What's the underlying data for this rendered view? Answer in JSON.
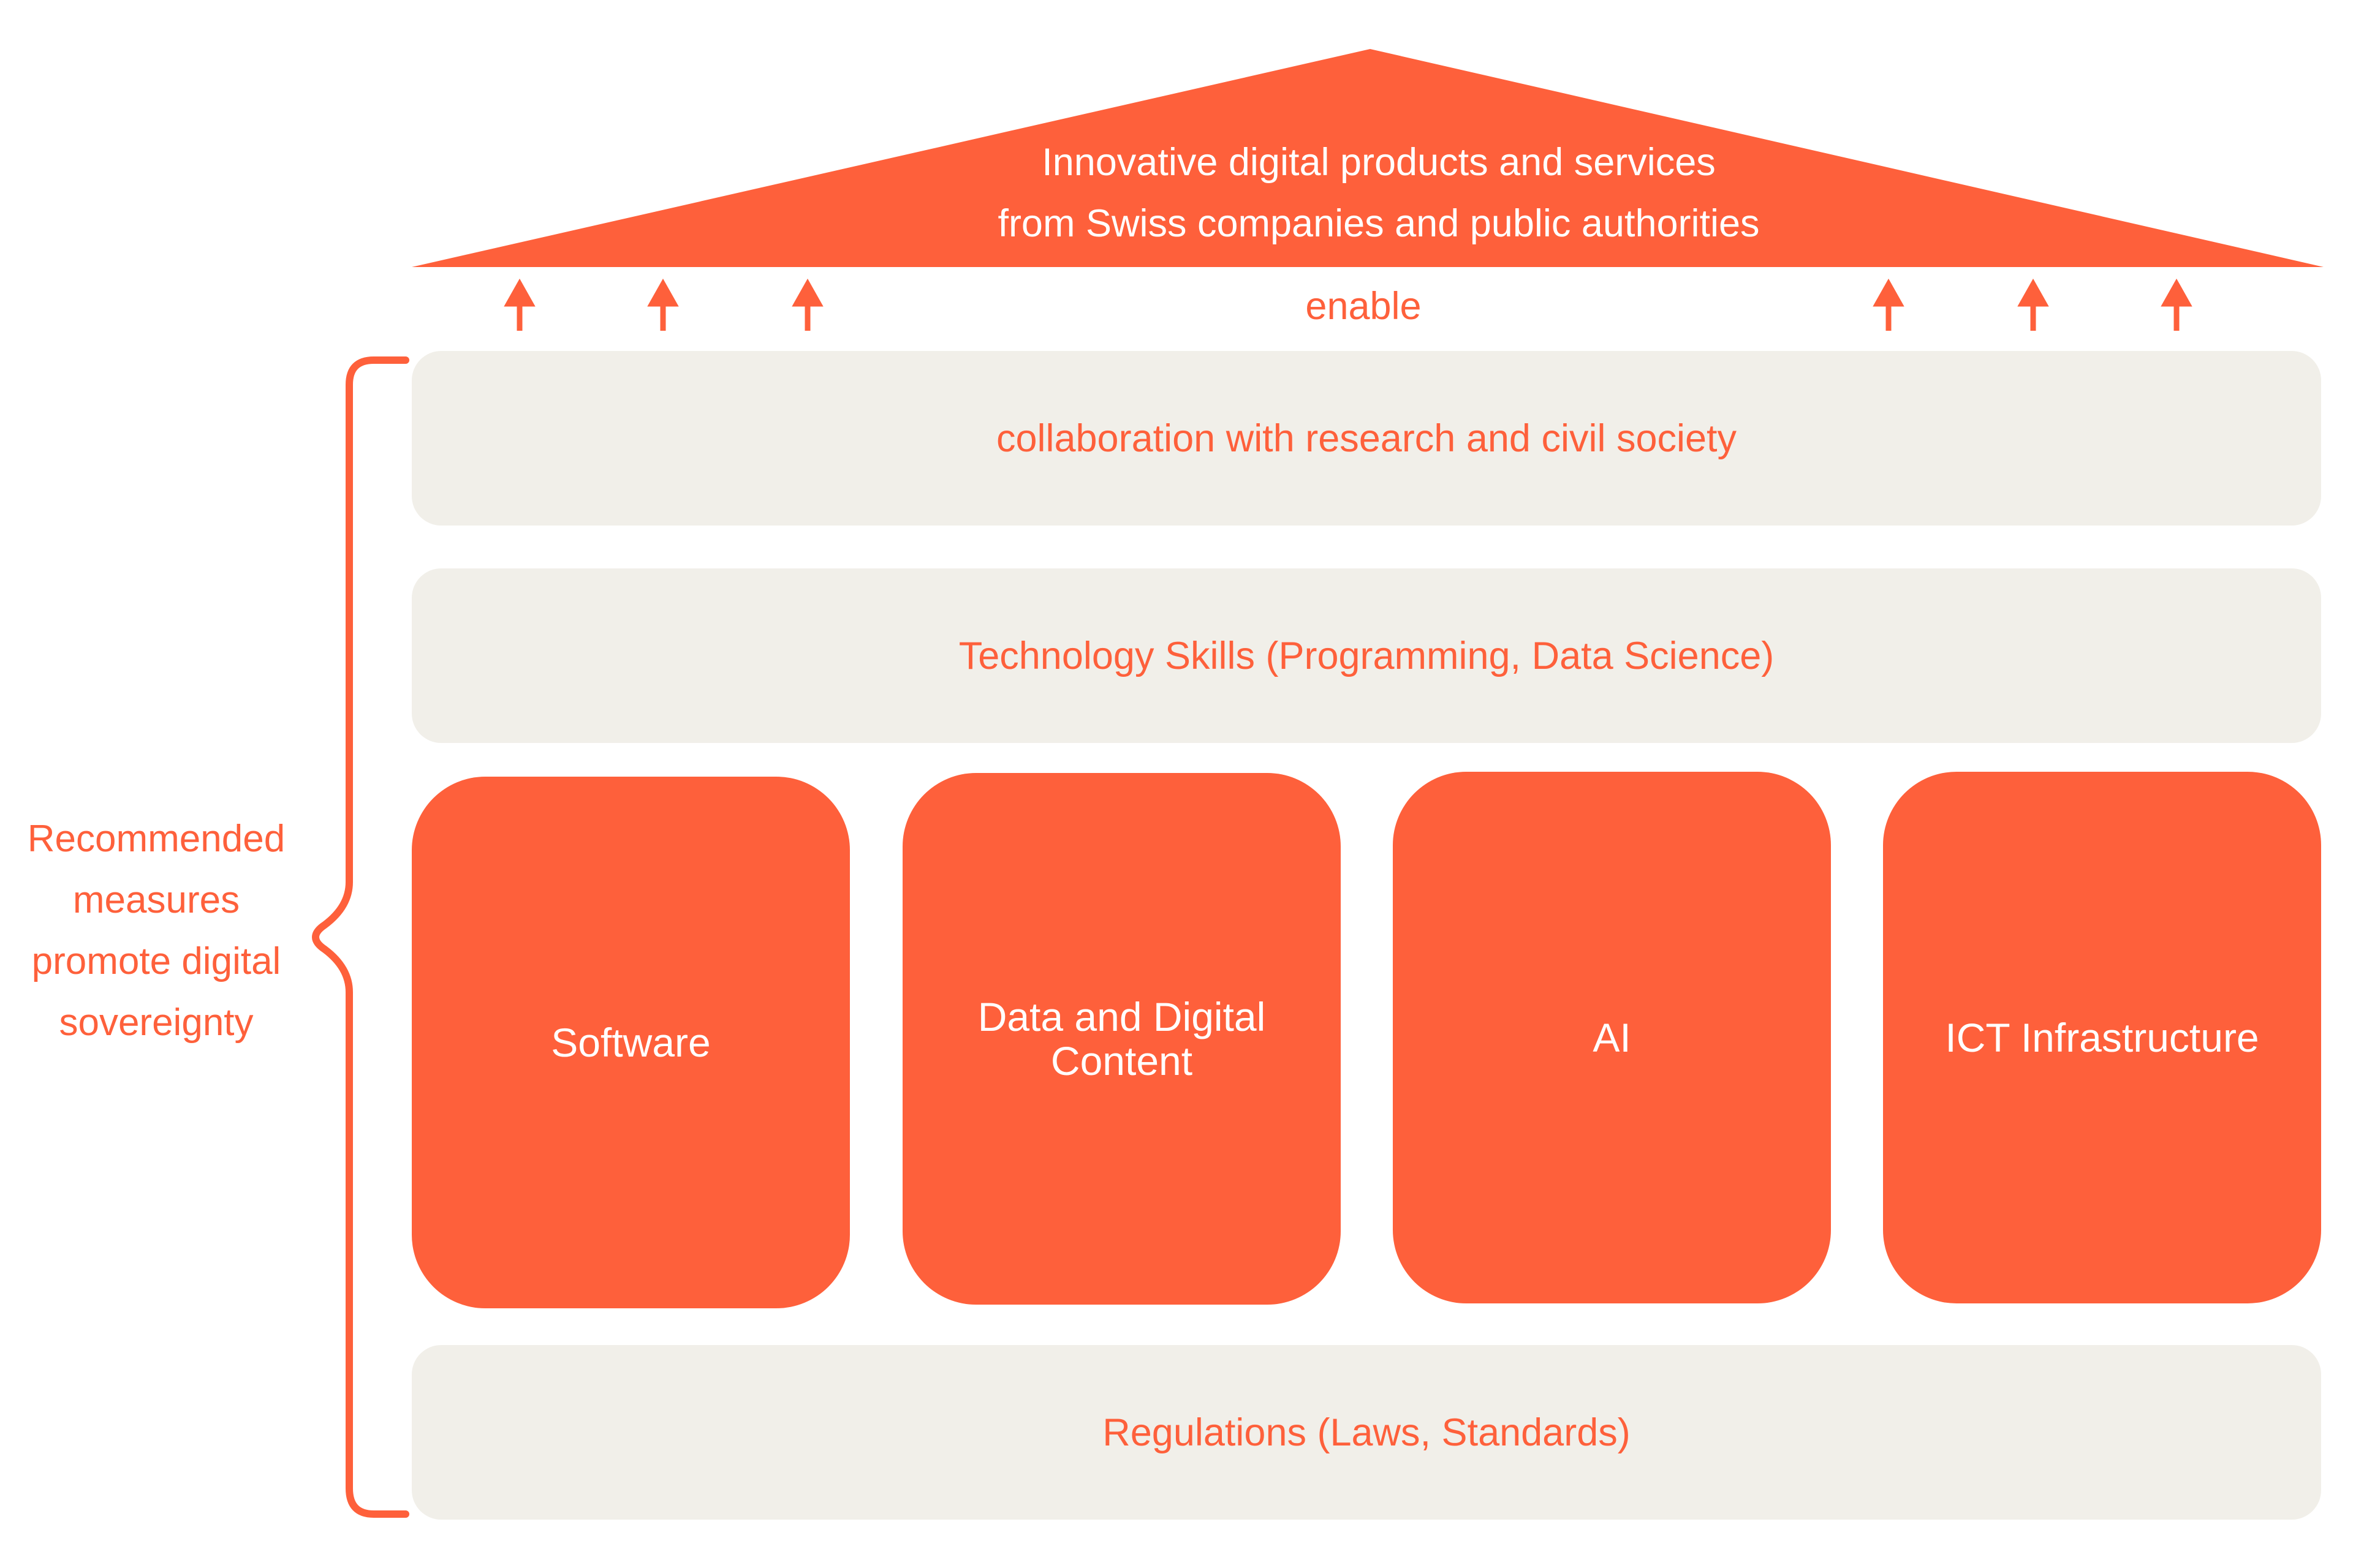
{
  "colors": {
    "accent": "#fe603b",
    "band_bg": "#f1efe9",
    "text_on_accent": "#ffffff"
  },
  "roof": {
    "line1": "Innovative digital products and services",
    "line2": "from Swiss companies and public authorities"
  },
  "enable_label": "enable",
  "bands": {
    "collaboration": "collaboration with research and civil society",
    "skills": "Technology Skills (Programming, Data Science)",
    "regulations": "Regulations (Laws, Standards)"
  },
  "pillars": {
    "software": "Software",
    "data": "Data and Digital Content",
    "ai": "AI",
    "ict": "ICT Infrastructure"
  },
  "side_label": {
    "line1": "Recommended",
    "line2": "measures",
    "line3": "promote digital",
    "line4": "sovereignty"
  }
}
